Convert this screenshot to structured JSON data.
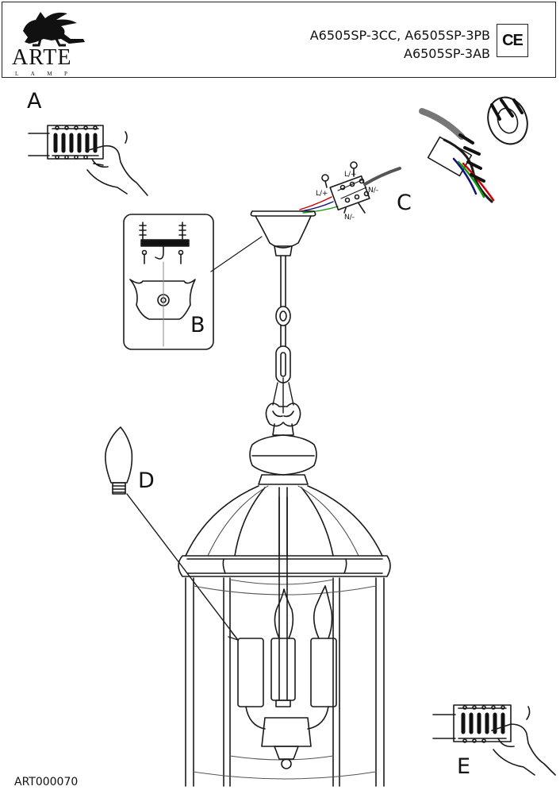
{
  "header": {
    "brand": "ARTE",
    "brand_sub": "LAMP",
    "model_line_1": "A6505SP-3CC, A6505SP-3PB",
    "model_line_2": "A6505SP-3AB",
    "certification": "CE"
  },
  "steps": {
    "a": "A",
    "b": "B",
    "c": "C",
    "d": "D",
    "e": "E"
  },
  "wire_labels": {
    "l1": "L/+",
    "l2": "L/+",
    "n1": "N/-",
    "n2": "N/-"
  },
  "footer": {
    "article_code": "ART000070"
  }
}
